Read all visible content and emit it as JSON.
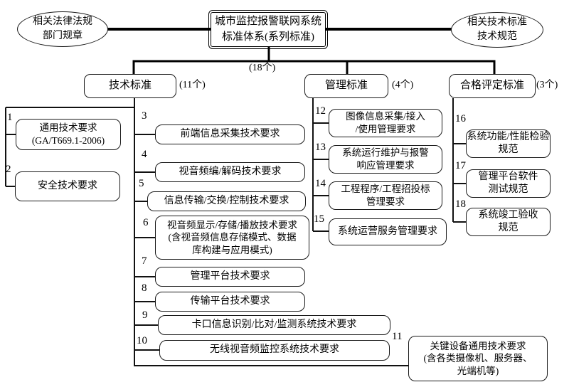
{
  "root_box": {
    "line1": "城市监控报警联网系统",
    "line2": "标准体系(系列标准)"
  },
  "left_ellipse": {
    "line1": "相关法律法规",
    "line2": "部门规章"
  },
  "right_ellipse": {
    "line1": "相关技术标准",
    "line2": "技术规范"
  },
  "total_count": "(18个)",
  "branches": [
    {
      "label": "技术标准",
      "count": "(11个)"
    },
    {
      "label": "管理标准",
      "count": "(4个)"
    },
    {
      "label": "合格评定标准",
      "count": "(3个)"
    }
  ],
  "items": [
    {
      "num": "1",
      "lines": [
        "通用技术要求",
        "(GA/T669.1-2006)"
      ]
    },
    {
      "num": "2",
      "lines": [
        "安全技术要求"
      ]
    },
    {
      "num": "3",
      "lines": [
        "前端信息采集技术要求"
      ]
    },
    {
      "num": "4",
      "lines": [
        "视音频编/解码技术要求"
      ]
    },
    {
      "num": "5",
      "lines": [
        "信息传输/交换/控制技术要求"
      ]
    },
    {
      "num": "6",
      "lines": [
        "视音频显示/存储/播放技术要求",
        "(含视音频信息存储模式、数据",
        "库构建与应用模式)"
      ]
    },
    {
      "num": "7",
      "lines": [
        "管理平台技术要求"
      ]
    },
    {
      "num": "8",
      "lines": [
        "传输平台技术要求"
      ]
    },
    {
      "num": "9",
      "lines": [
        "卡口信息识别/比对/监测系统技术要求"
      ]
    },
    {
      "num": "10",
      "lines": [
        "无线视音频监控系统技术要求"
      ]
    },
    {
      "num": "11",
      "lines": [
        "关键设备通用技术要求",
        "(含各类摄像机、服务器、",
        "光端机等)"
      ]
    },
    {
      "num": "12",
      "lines": [
        "图像信息采集/接入",
        "/使用管理要求"
      ]
    },
    {
      "num": "13",
      "lines": [
        "系统运行维护与报警",
        "响应管理要求"
      ]
    },
    {
      "num": "14",
      "lines": [
        "工程程序/工程招投标",
        "管理要求"
      ]
    },
    {
      "num": "15",
      "lines": [
        "系统运营服务管理要求"
      ]
    },
    {
      "num": "16",
      "lines": [
        "系统功能/性能检验",
        "规范"
      ]
    },
    {
      "num": "17",
      "lines": [
        "管理平台软件",
        "测试规范"
      ]
    },
    {
      "num": "18",
      "lines": [
        "系统竣工验收",
        "规范"
      ]
    }
  ]
}
